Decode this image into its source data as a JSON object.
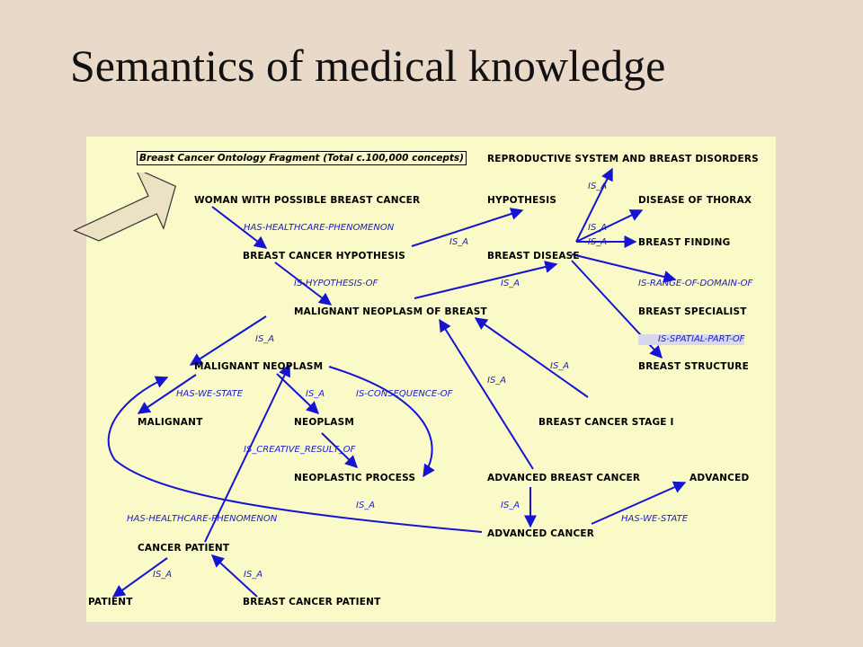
{
  "title": "Semantics of medical knowledge",
  "fragment_label": "Breast Cancer Ontology Fragment (Total c.100,000 concepts)",
  "concepts": [
    "REPRODUCTIVE SYSTEM AND BREAST DISORDERS",
    "WOMAN WITH POSSIBLE BREAST CANCER",
    "HYPOTHESIS",
    "DISEASE OF THORAX",
    "BREAST CANCER HYPOTHESIS",
    "BREAST DISEASE",
    "BREAST FINDING",
    "MALIGNANT NEOPLASM OF BREAST",
    "BREAST SPECIALIST",
    "MALIGNANT NEOPLASM",
    "BREAST STRUCTURE",
    "MALIGNANT",
    "NEOPLASM",
    "BREAST CANCER STAGE I",
    "NEOPLASTIC PROCESS",
    "ADVANCED BREAST CANCER",
    "ADVANCED",
    "ADVANCED CANCER",
    "CANCER PATIENT",
    "PATIENT",
    "BREAST CANCER PATIENT"
  ],
  "relations": [
    "IS_A",
    "HAS-HEALTHCARE-PHENOMENON",
    "IS_A",
    "IS_A",
    "IS_A",
    "IS-HYPOTHESIS-OF",
    "IS_A",
    "IS-RANGE-OF-DOMAIN-OF",
    "IS_A",
    "IS-SPATIAL-PART-OF",
    "IS_A",
    "IS_A",
    "HAS-WE-STATE",
    "IS_A",
    "IS-CONSEQUENCE-OF",
    "IS_CREATIVE_RESULT_OF",
    "IS_A",
    "IS_A",
    "HAS-HEALTHCARE-PHENOMENON",
    "HAS-WE-STATE",
    "IS_A",
    "IS_A"
  ],
  "colors": {
    "background": "#e8d9c8",
    "panel": "#fafac8",
    "edge": "#1414d2",
    "relation_text": "#1a1acd"
  }
}
